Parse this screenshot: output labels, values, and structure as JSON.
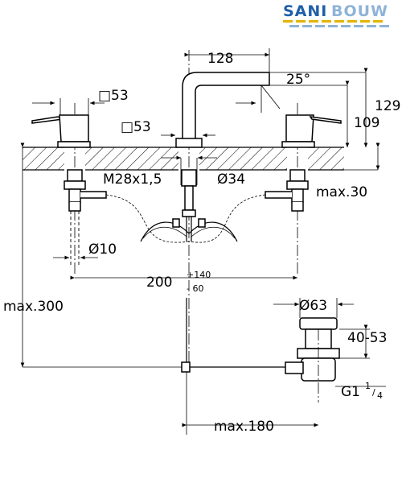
{
  "logo": {
    "word1": "SANI",
    "word2": "BOUW",
    "color1": "#1f5fa8",
    "color2": "#8fb3d9",
    "stripe_color": "#e2b400"
  },
  "dimensions": {
    "spout_reach": "128",
    "spout_angle": "25°",
    "height_total": "129",
    "height_aerator": "109",
    "handle_square": "□53",
    "spout_base_square": "□53",
    "thread": "M28x1,5",
    "hole_diameter": "Ø34",
    "deck_thickness": "max.30",
    "hose_diameter": "Ø10",
    "centers_base": "200",
    "centers_plus": "+140",
    "centers_minus": "- 60",
    "max_depth": "max.300",
    "waste_diameter": "Ø63",
    "waste_range": "40-53",
    "thread_g": "G1",
    "thread_g_num": "1",
    "thread_g_den": "4",
    "max_projection": "max.180"
  },
  "colors": {
    "line": "#000000",
    "hatch": "#000000"
  }
}
